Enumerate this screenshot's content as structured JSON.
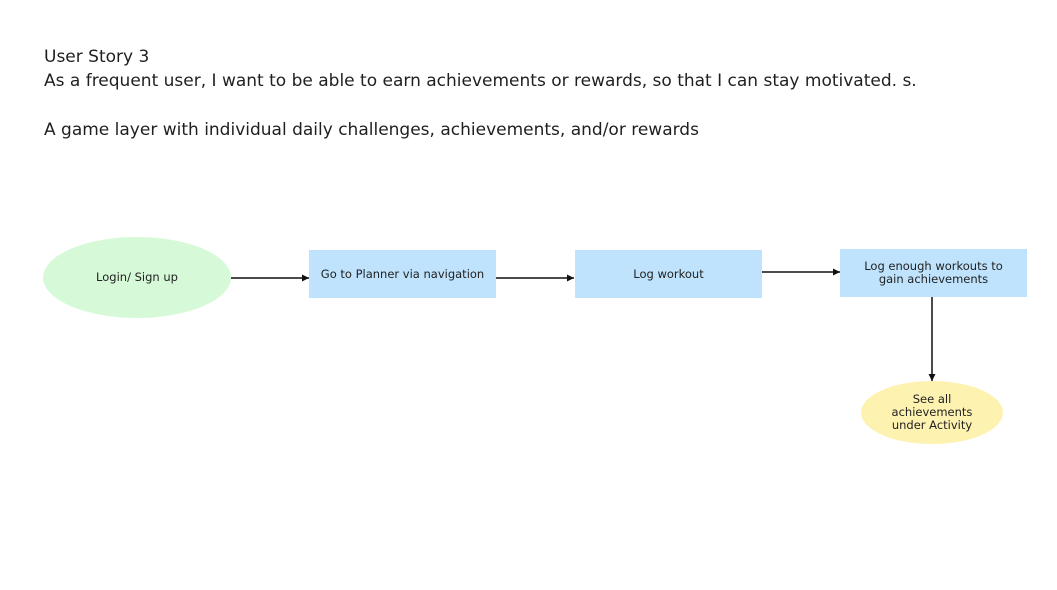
{
  "header": {
    "title": "User Story 3",
    "story": "As a frequent user, I want to be able to earn achievements or rewards, so that I can stay motivated. s.",
    "description": "A game layer with individual daily challenges, achievements, and/or rewards"
  },
  "flow": {
    "nodes": [
      {
        "id": "login",
        "label": "Login/ Sign up",
        "shape": "ellipse",
        "color": "#d6fad8"
      },
      {
        "id": "planner",
        "label": "Go to Planner via navigation",
        "shape": "rect",
        "color": "#bfe3fd"
      },
      {
        "id": "log",
        "label": "Log workout",
        "shape": "rect",
        "color": "#bfe3fd"
      },
      {
        "id": "enough",
        "label": "Log enough workouts to gain achievements",
        "shape": "rect",
        "color": "#bfe3fd"
      },
      {
        "id": "see",
        "label": "See all achievements under Activity",
        "shape": "ellipse",
        "color": "#fdf2b0"
      }
    ],
    "edges": [
      {
        "from": "login",
        "to": "planner"
      },
      {
        "from": "planner",
        "to": "log"
      },
      {
        "from": "log",
        "to": "enough"
      },
      {
        "from": "enough",
        "to": "see"
      }
    ]
  }
}
